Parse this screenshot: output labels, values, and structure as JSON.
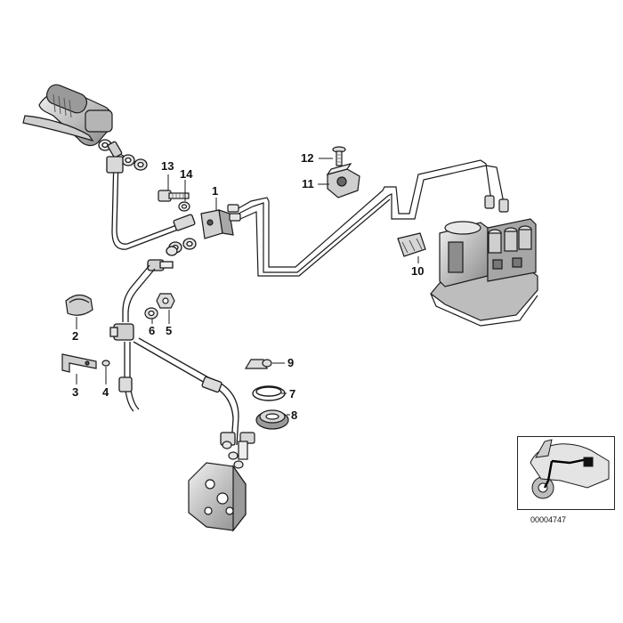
{
  "diagram": {
    "callouts": [
      {
        "id": "c1",
        "label": "1"
      },
      {
        "id": "c2",
        "label": "2"
      },
      {
        "id": "c3",
        "label": "3"
      },
      {
        "id": "c4",
        "label": "4"
      },
      {
        "id": "c5",
        "label": "5"
      },
      {
        "id": "c6",
        "label": "6"
      },
      {
        "id": "c7",
        "label": "7"
      },
      {
        "id": "c8",
        "label": "8"
      },
      {
        "id": "c9",
        "label": "9"
      },
      {
        "id": "c10",
        "label": "10"
      },
      {
        "id": "c11",
        "label": "11"
      },
      {
        "id": "c12",
        "label": "12"
      },
      {
        "id": "c13",
        "label": "13"
      },
      {
        "id": "c14",
        "label": "14"
      }
    ],
    "reference_code": "00004747",
    "colors": {
      "line": "#1a1a1a",
      "part_fill": "#d9d9d9",
      "highlight": "#111111"
    }
  }
}
